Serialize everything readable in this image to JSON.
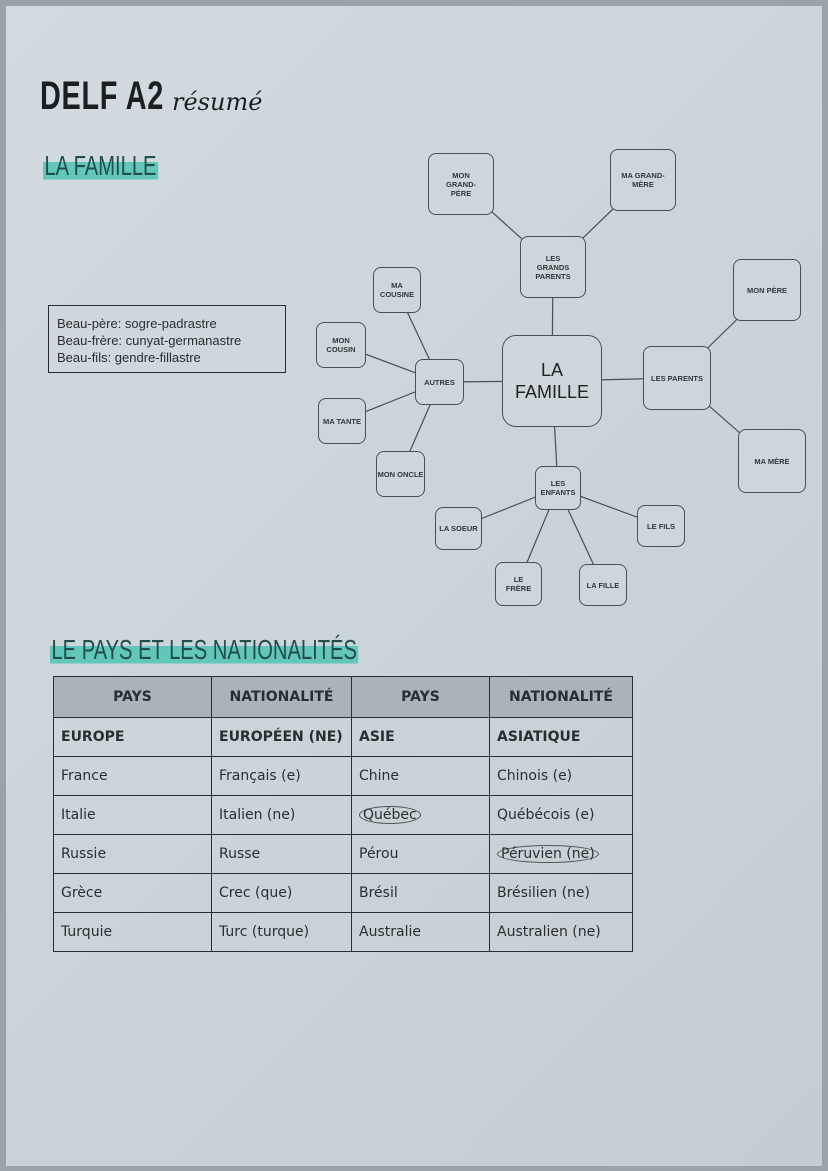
{
  "header": {
    "title": "DELF A2",
    "subtitle": "résumé"
  },
  "family": {
    "heading": "LA FAMILLE",
    "notes": [
      "Beau-père: sogre-padrastre",
      "Beau-frère: cunyat-germanastre",
      "Beau-fils: gendre-fillastre"
    ],
    "mindmap": {
      "center": "LA FAMILLE",
      "grands_parents": "LES GRANDS PARENTS",
      "grand_pere": "MON GRAND-PÈRE",
      "grand_mere": "MA GRAND-MÈRE",
      "parents": "LES PARENTS",
      "pere": "MON PÈRE",
      "mere": "MA MÈRE",
      "autres": "AUTRES",
      "cousine": "MA COUSINE",
      "cousin": "MON COUSIN",
      "tante": "MA TANTE",
      "oncle": "MON ONCLE",
      "enfants": "LES ENFANTS",
      "soeur": "LA SOEUR",
      "fils": "LE FILS",
      "frere": "LE FRÈRE",
      "fille": "LA FILLE"
    }
  },
  "countries": {
    "heading": "LE PAYS ET LES NATIONALITÉS",
    "headers": [
      "PAYS",
      "NATIONALITÉ",
      "PAYS",
      "NATIONALITÉ"
    ],
    "rows": [
      [
        "EUROPE",
        "EUROPÉEN (NE)",
        "ASIE",
        "ASIATIQUE"
      ],
      [
        "France",
        "Français (e)",
        "Chine",
        "Chinois (e)"
      ],
      [
        "Italie",
        "Italien (ne)",
        "Québec",
        "Québécois (e)"
      ],
      [
        "Russie",
        "Russe",
        "Pérou",
        "Péruvien (ne)"
      ],
      [
        "Grèce",
        "Crec (que)",
        "Brésil",
        "Brésilien (ne)"
      ],
      [
        "Turquie",
        "Turc (turque)",
        "Australie",
        "Australien (ne)"
      ]
    ]
  },
  "colors": {
    "highlight": "#62c6bb",
    "header_bg": "#a9b3b9"
  }
}
